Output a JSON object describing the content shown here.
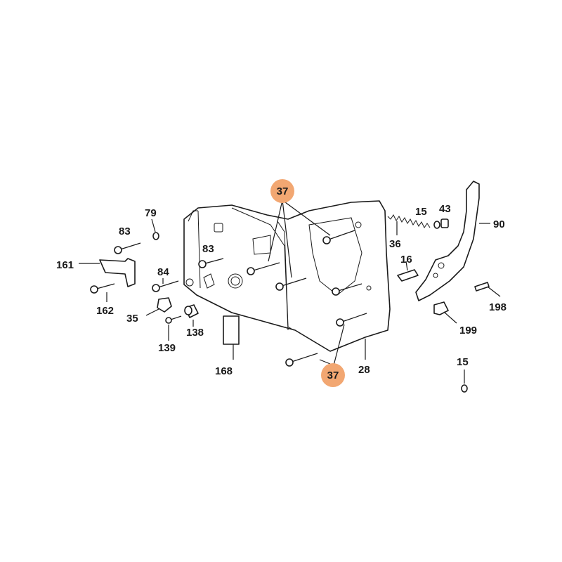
{
  "highlight_color": "#f2a772",
  "parts": {
    "p37_top": "37",
    "p37_bottom": "37",
    "p79": "79",
    "p83_left": "83",
    "p83_mid": "83",
    "p161": "161",
    "p84": "84",
    "p162": "162",
    "p35": "35",
    "p139": "139",
    "p138": "138",
    "p168": "168",
    "p28": "28",
    "p15_top": "15",
    "p43": "43",
    "p90": "90",
    "p36": "36",
    "p16": "16",
    "p198": "198",
    "p199": "199",
    "p15_bottom": "15"
  }
}
